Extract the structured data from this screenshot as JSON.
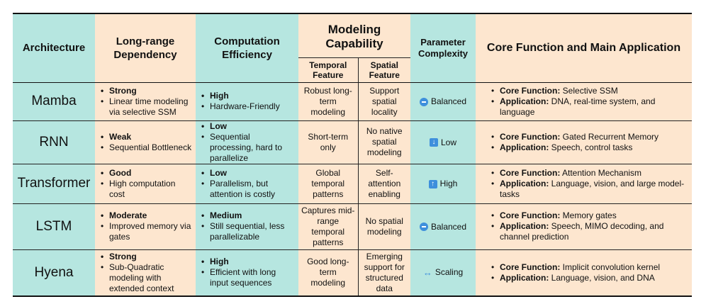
{
  "headers": {
    "architecture": "Architecture",
    "long_range": "Long-range Dependency",
    "computation": "Computation Efficiency",
    "modeling": "Modeling Capability",
    "temporal": "Temporal Feature",
    "spatial": "Spatial Feature",
    "parameter": "Parameter Complexity",
    "core": "Core Function and  Main Application"
  },
  "labels": {
    "core_function": "Core Function:",
    "application": "Application:"
  },
  "rows": [
    {
      "name": "Mamba",
      "dep_level": "Strong",
      "dep_desc": "Linear time modeling via selective SSM",
      "comp_level": "High",
      "comp_desc": "Hardware-Friendly",
      "temporal": "Robust long-term modeling",
      "spatial": "Support spatial locality",
      "param_icon": "minus-circle-icon",
      "param": "Balanced",
      "core_function": "Selective SSM",
      "application": "DNA, real-time system, and language"
    },
    {
      "name": "RNN",
      "dep_level": "Weak",
      "dep_desc": "Sequential Bottleneck",
      "comp_level": "Low",
      "comp_desc": "Sequential processing, hard to parallelize",
      "temporal": "Short-term only",
      "spatial": "No native spatial modeling",
      "param_icon": "down-arrow-icon",
      "param": "Low",
      "core_function": "Gated Recurrent Memory",
      "application": "Speech, control tasks"
    },
    {
      "name": "Transformer",
      "dep_level": "Good",
      "dep_desc": "High computation cost",
      "comp_level": "Low",
      "comp_desc": "Parallelism, but attention is costly",
      "temporal": "Global temporal patterns",
      "spatial": "Self-attention enabling",
      "param_icon": "up-arrow-icon",
      "param": "High",
      "core_function": "Attention Mechanism",
      "application": "Language, vision, and large model-tasks"
    },
    {
      "name": "LSTM",
      "dep_level": "Moderate",
      "dep_desc": "Improved memory via gates",
      "comp_level": "Medium",
      "comp_desc": "Still sequential, less parallelizable",
      "temporal": "Captures mid-range temporal patterns",
      "spatial": "No spatial modeling",
      "param_icon": "minus-circle-icon",
      "param": "Balanced",
      "core_function": "Memory gates",
      "application": "Speech, MIMO decoding, and channel prediction"
    },
    {
      "name": "Hyena",
      "dep_level": "Strong",
      "dep_desc": "Sub-Quadratic modeling with extended context",
      "comp_level": "High",
      "comp_desc": "Efficient with long input sequences",
      "temporal": "Good long-term modeling",
      "spatial": "Emerging support for structured data",
      "param_icon": "left-right-arrow-icon",
      "param": "Scaling",
      "core_function": "Implicit convolution kernel",
      "application": "Language, vision, and DNA"
    }
  ]
}
